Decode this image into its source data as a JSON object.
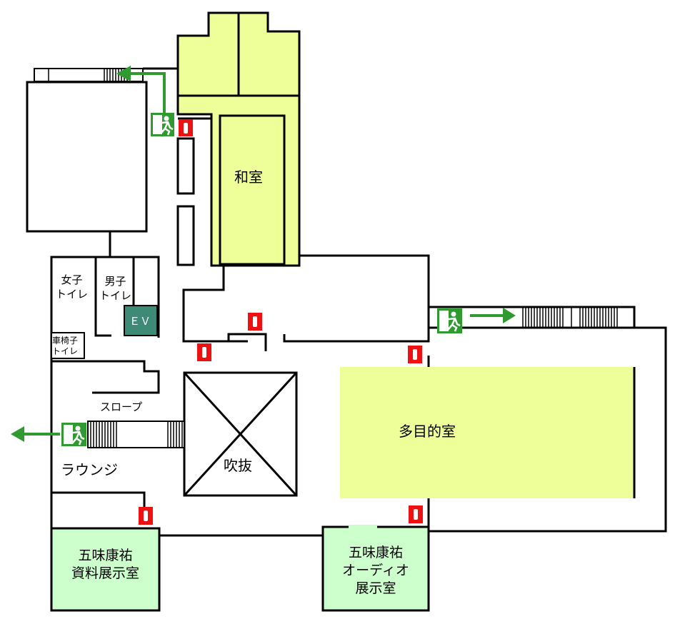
{
  "colors": {
    "room_yellow": "#eeff99",
    "room_green": "#ccffcc",
    "exit_green": "#2f9a2f",
    "elevator": "#3d8a76",
    "extinguisher": "#ee1111",
    "wall": "#000000"
  },
  "rooms": {
    "washitsu": "和室",
    "tamokuteki": "多目的室",
    "fukinuke": "吹抜",
    "lounge": "ラウンジ",
    "slope": "スロープ",
    "elevator": "ＥＶ",
    "womens_toilet": [
      "女子",
      "トイレ"
    ],
    "mens_toilet": [
      "男子",
      "トイレ"
    ],
    "wheelchair_toilet": [
      "車椅子",
      "トイレ"
    ],
    "gomi_materials": [
      "五味康祐",
      "資料展示室"
    ],
    "gomi_audio": [
      "五味康祐",
      "オーディオ",
      "展示室"
    ]
  },
  "icons": [
    "emergency-exit-icon",
    "fire-extinguisher-icon",
    "exit-arrow-icon"
  ]
}
